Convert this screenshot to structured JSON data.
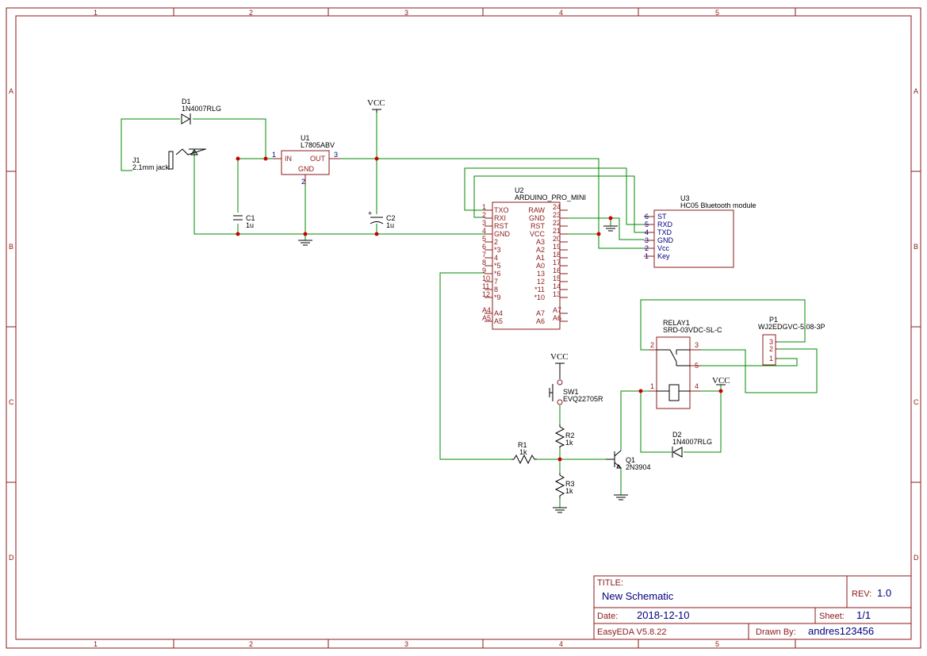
{
  "border": {
    "columns": [
      "1",
      "2",
      "3",
      "4",
      "5"
    ],
    "rows": [
      "A",
      "B",
      "C",
      "D"
    ]
  },
  "title_block": {
    "title_label": "TITLE:",
    "title": "New Schematic",
    "rev_label": "REV:",
    "rev": "1.0",
    "date_label": "Date:",
    "date": "2018-12-10",
    "sheet_label": "Sheet:",
    "sheet": "1/1",
    "tool": "EasyEDA V5.8.22",
    "drawn_label": "Drawn By:",
    "drawn_by": "andres123456"
  },
  "components": {
    "d1": {
      "ref": "D1",
      "value": "1N4007RLG"
    },
    "j1": {
      "ref": "J1",
      "value": "2.1mm jack"
    },
    "u1": {
      "ref": "U1",
      "value": "L7805ABV",
      "pin_in": "IN",
      "pin_out": "OUT",
      "pin_gnd": "GND",
      "n1": "1",
      "n3": "3",
      "n2": "2"
    },
    "c1": {
      "ref": "C1",
      "value": "1u"
    },
    "c2": {
      "ref": "C2",
      "value": "1u",
      "plus": "+"
    },
    "u2": {
      "ref": "U2",
      "value": "ARDUINO_PRO_MINI",
      "left_pins": [
        {
          "num": "1",
          "name": "TXO"
        },
        {
          "num": "2",
          "name": "RXI"
        },
        {
          "num": "3",
          "name": "RST"
        },
        {
          "num": "4",
          "name": "GND"
        },
        {
          "num": "5",
          "name": "2"
        },
        {
          "num": "6",
          "name": "*3"
        },
        {
          "num": "7",
          "name": "4"
        },
        {
          "num": "8",
          "name": "*5"
        },
        {
          "num": "9",
          "name": "*6"
        },
        {
          "num": "10",
          "name": "7"
        },
        {
          "num": "11",
          "name": "8"
        },
        {
          "num": "12",
          "name": "*9"
        }
      ],
      "right_pins": [
        {
          "num": "24",
          "name": "RAW"
        },
        {
          "num": "23",
          "name": "GND"
        },
        {
          "num": "22",
          "name": "RST"
        },
        {
          "num": "21",
          "name": "VCC"
        },
        {
          "num": "20",
          "name": "A3"
        },
        {
          "num": "19",
          "name": "A2"
        },
        {
          "num": "18",
          "name": "A1"
        },
        {
          "num": "17",
          "name": "A0"
        },
        {
          "num": "16",
          "name": "13"
        },
        {
          "num": "15",
          "name": "12"
        },
        {
          "num": "14",
          "name": "*11"
        },
        {
          "num": "13",
          "name": "*10"
        }
      ],
      "left_extra": [
        {
          "num": "A4",
          "name": "A4"
        },
        {
          "num": "A5",
          "name": "A5"
        }
      ],
      "right_extra": [
        {
          "num": "A7",
          "name": "A7"
        },
        {
          "num": "A6",
          "name": "A6"
        }
      ]
    },
    "u3": {
      "ref": "U3",
      "value": "HC05 Bluetooth module",
      "pins": [
        {
          "num": "6",
          "name": "ST"
        },
        {
          "num": "5",
          "name": "RXD"
        },
        {
          "num": "4",
          "name": "TXD"
        },
        {
          "num": "3",
          "name": "GND"
        },
        {
          "num": "2",
          "name": "Vcc"
        },
        {
          "num": "1",
          "name": "Key"
        }
      ]
    },
    "relay1": {
      "ref": "RELAY1",
      "value": "SRD-03VDC-SL-C",
      "p2": "2",
      "p3": "3",
      "p5": "5",
      "p1": "1",
      "p4": "4"
    },
    "p1": {
      "ref": "P1",
      "value": "WJ2EDGVC-5.08-3P",
      "p3": "3",
      "p2": "2",
      "p1": "1"
    },
    "sw1": {
      "ref": "SW1",
      "value": "EVQ22705R"
    },
    "r1": {
      "ref": "R1",
      "value": "1k"
    },
    "r2": {
      "ref": "R2",
      "value": "1k"
    },
    "r3": {
      "ref": "R3",
      "value": "1k"
    },
    "q1": {
      "ref": "Q1",
      "value": "2N3904"
    },
    "d2": {
      "ref": "D2",
      "value": "1N4007RLG"
    }
  },
  "power": {
    "vcc": "VCC"
  }
}
